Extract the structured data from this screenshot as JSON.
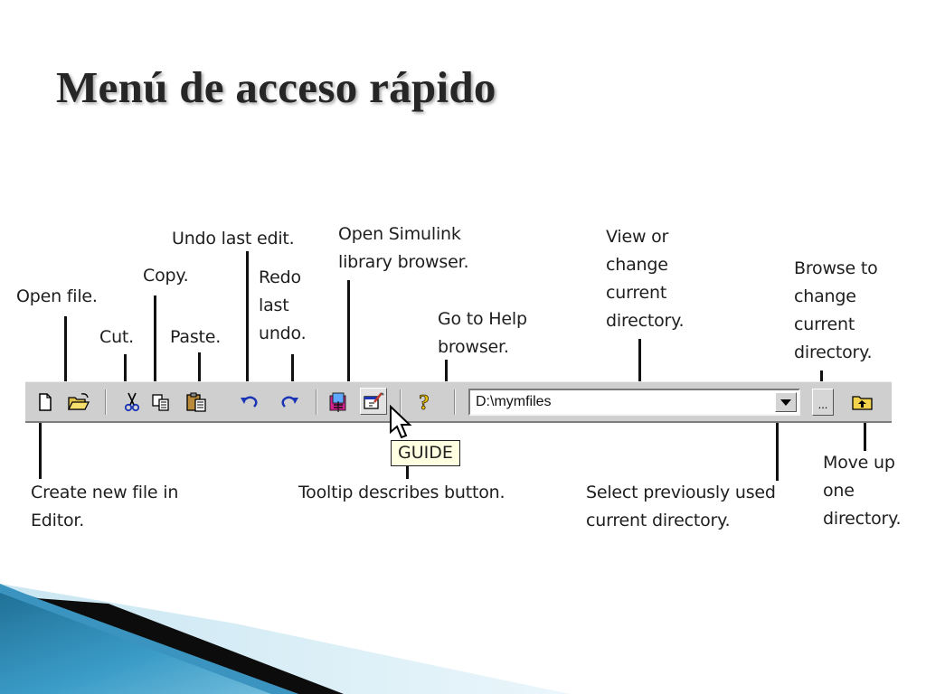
{
  "slide": {
    "title": "Menú de acceso rápido"
  },
  "annotations": {
    "open_file": "Open file.",
    "copy": "Copy.",
    "cut": "Cut.",
    "paste": "Paste.",
    "undo": "Undo last edit.",
    "redo": "Redo\nlast\nundo.",
    "simulink": "Open Simulink\nlibrary browser.",
    "help": "Go to Help\nbrowser.",
    "view_dir": "View or\nchange\ncurrent\ndirectory.",
    "browse_dir": "Browse to\nchange\ncurrent\ndirectory.",
    "new_file": "Create new file in\nEditor.",
    "tooltip_desc": "Tooltip describes button.",
    "select_prev": "Select previously used\ncurrent directory.",
    "move_up": "Move up\none\ndirectory."
  },
  "toolbar": {
    "buttons": [
      {
        "name": "new-file",
        "icon": "new-file-icon"
      },
      {
        "name": "open-file",
        "icon": "open-folder-icon"
      },
      {
        "name": "cut",
        "icon": "scissors-icon"
      },
      {
        "name": "copy",
        "icon": "copy-icon"
      },
      {
        "name": "paste",
        "icon": "clipboard-icon"
      },
      {
        "name": "undo",
        "icon": "undo-icon"
      },
      {
        "name": "redo",
        "icon": "redo-icon"
      },
      {
        "name": "simulink",
        "icon": "simulink-icon"
      },
      {
        "name": "guide",
        "icon": "guide-icon"
      },
      {
        "name": "help",
        "icon": "help-question-icon"
      },
      {
        "name": "browse",
        "icon": "ellipsis-icon"
      },
      {
        "name": "up-directory",
        "icon": "folder-up-icon"
      }
    ],
    "current_directory": "D:\\mymfiles",
    "browse_label": "..."
  },
  "tooltip": {
    "text": "GUIDE"
  },
  "colors": {
    "toolbar_bg": "#cfcfcf",
    "tooltip_bg": "#ffffe1",
    "accent_blue": "#2b86b3"
  }
}
